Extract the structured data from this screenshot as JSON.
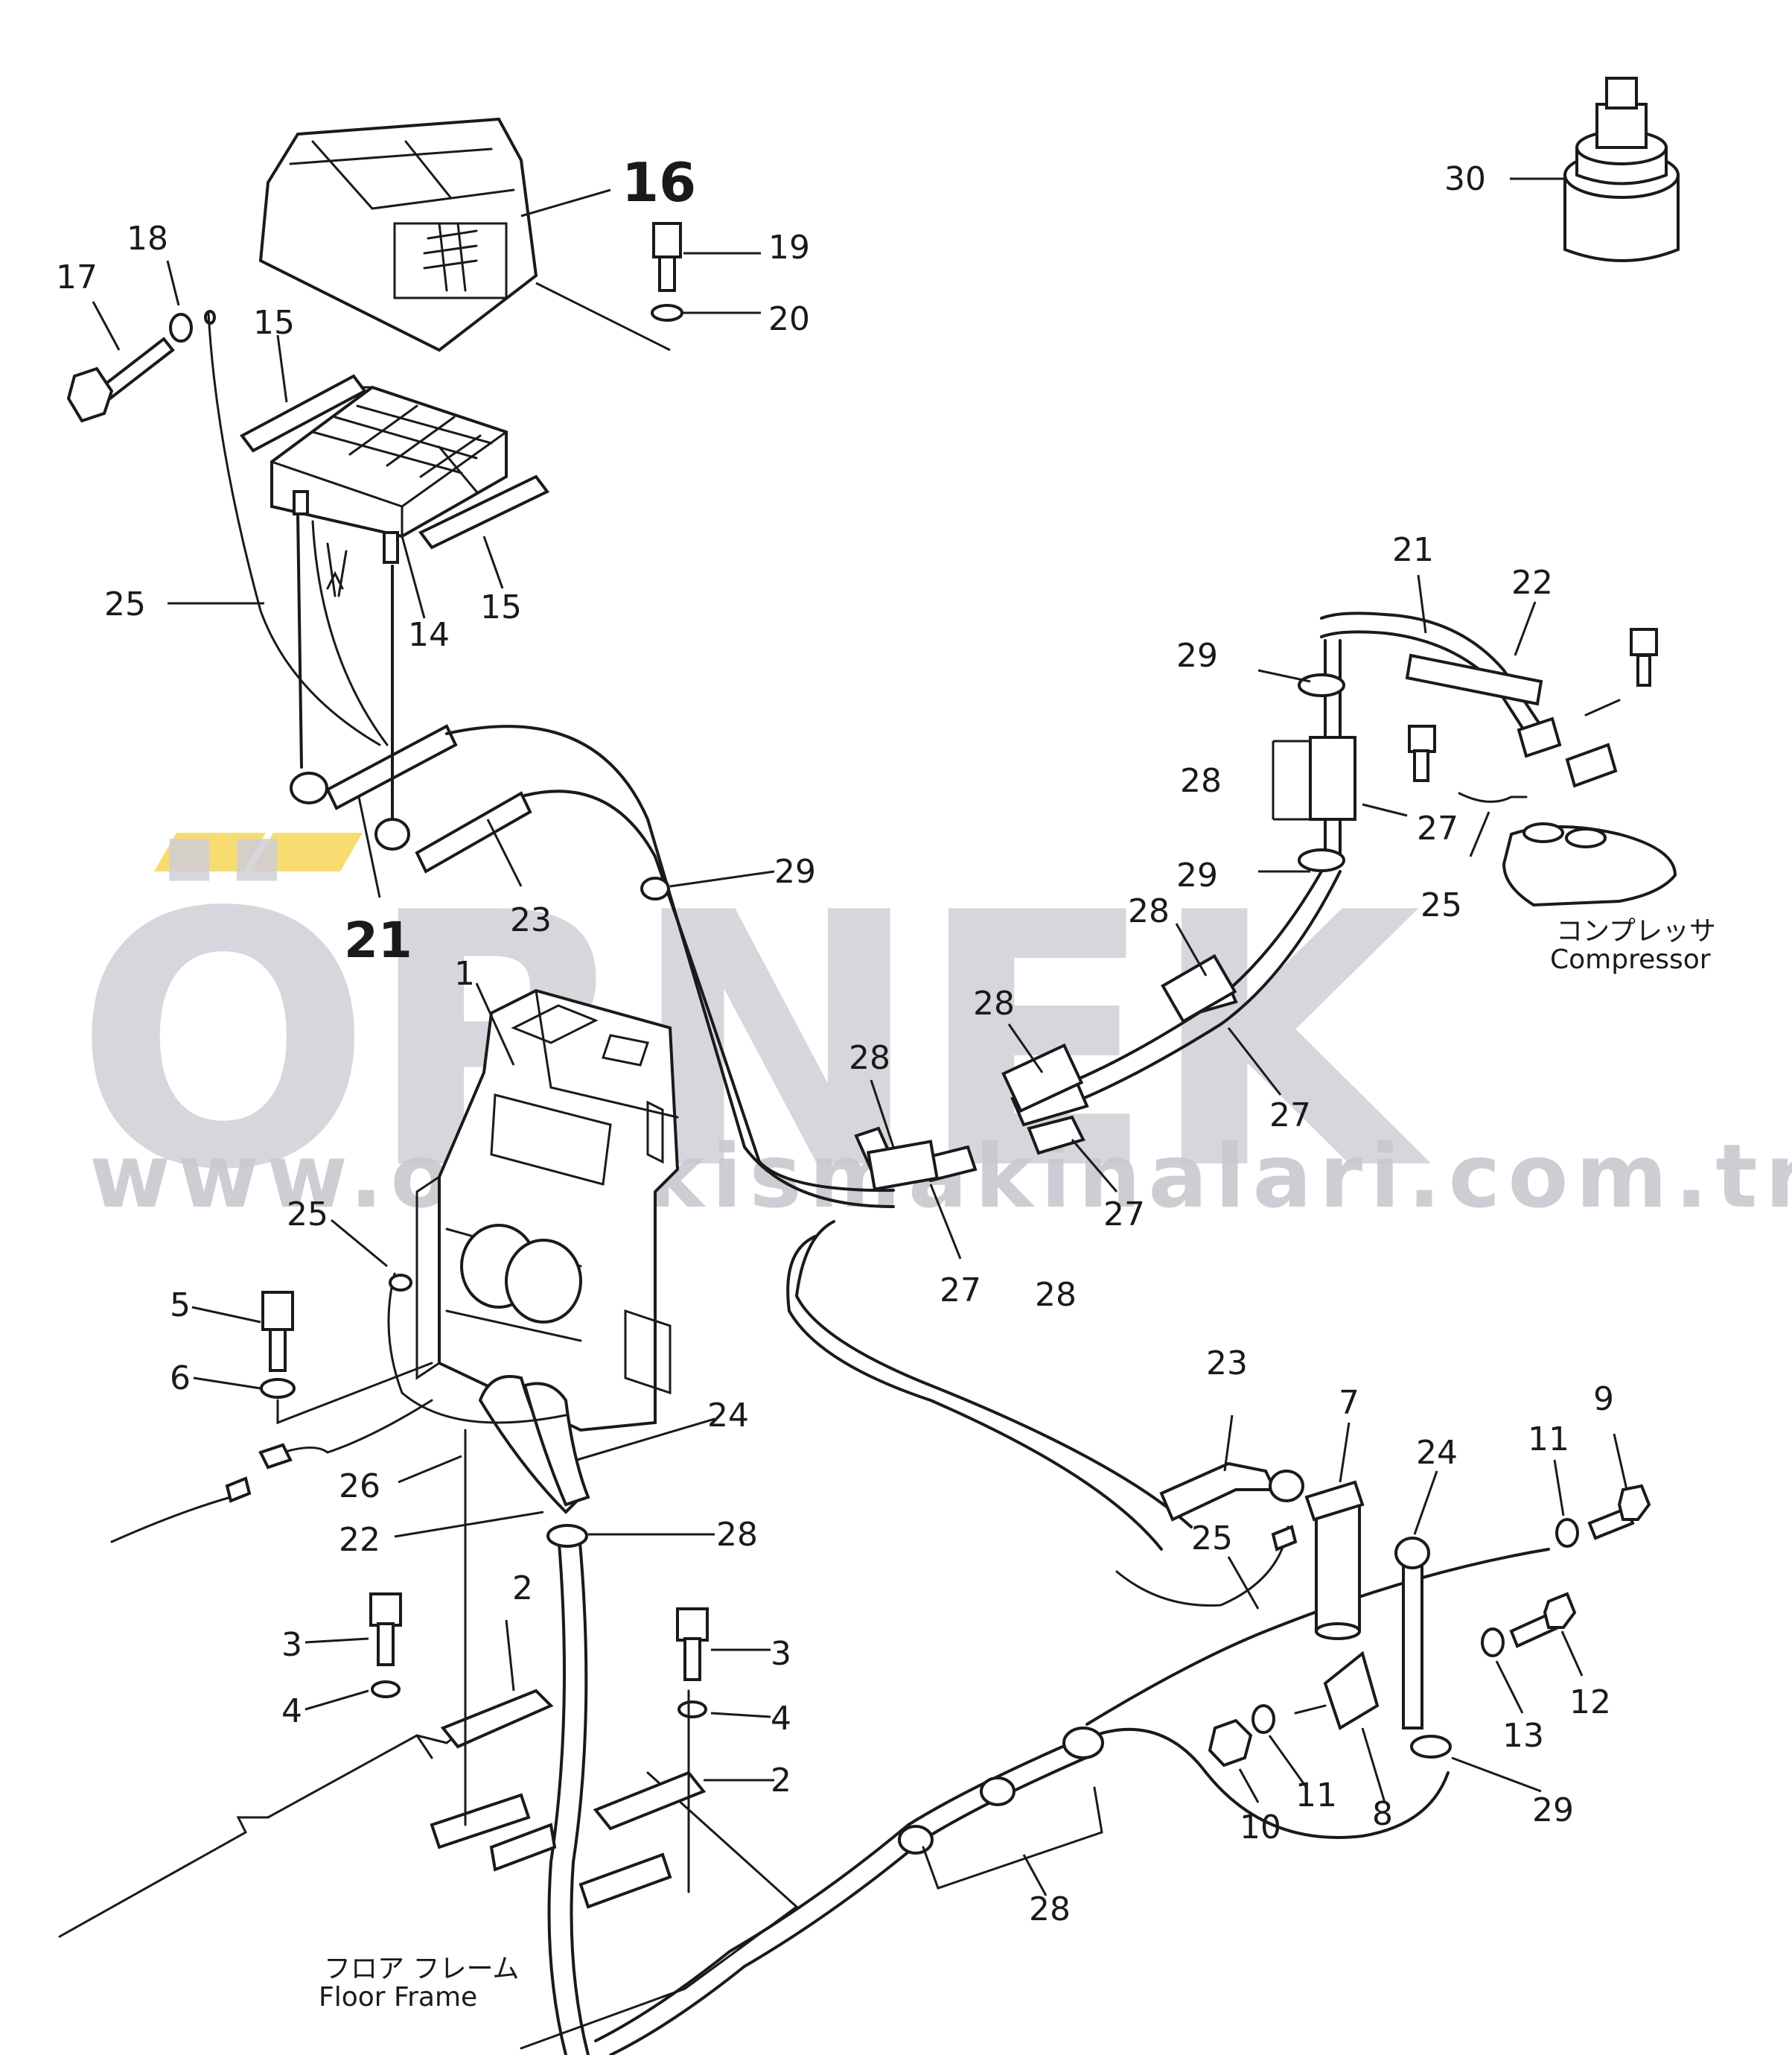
{
  "watermark": {
    "brand": "ÖRNEK",
    "url": "www.ornekismakinalari.com.tr"
  },
  "annotations": {
    "compressor_jp": "コンプレッサ",
    "compressor_en": "Compressor",
    "floor_frame_jp": "フロア フレーム",
    "floor_frame_en": "Floor Frame"
  },
  "callouts": [
    {
      "id": "c30",
      "text": "30"
    },
    {
      "id": "c16",
      "text": "16"
    },
    {
      "id": "c18",
      "text": "18"
    },
    {
      "id": "c17",
      "text": "17"
    },
    {
      "id": "c19",
      "text": "19"
    },
    {
      "id": "c20",
      "text": "20"
    },
    {
      "id": "c15a",
      "text": "15"
    },
    {
      "id": "c15b",
      "text": "15"
    },
    {
      "id": "c25a",
      "text": "25"
    },
    {
      "id": "c14",
      "text": "14"
    },
    {
      "id": "c21a",
      "text": "21"
    },
    {
      "id": "c23a",
      "text": "23"
    },
    {
      "id": "c29a",
      "text": "29"
    },
    {
      "id": "c21b",
      "text": "21"
    },
    {
      "id": "c22a",
      "text": "22"
    },
    {
      "id": "c29b",
      "text": "29"
    },
    {
      "id": "c28a",
      "text": "28"
    },
    {
      "id": "c27a",
      "text": "27"
    },
    {
      "id": "c29c",
      "text": "29"
    },
    {
      "id": "c25b",
      "text": "25"
    },
    {
      "id": "c28b",
      "text": "28"
    },
    {
      "id": "c27b",
      "text": "27"
    },
    {
      "id": "c28c",
      "text": "28"
    },
    {
      "id": "c28d",
      "text": "28"
    },
    {
      "id": "c27c",
      "text": "27"
    },
    {
      "id": "c27d",
      "text": "27"
    },
    {
      "id": "c1",
      "text": "1"
    },
    {
      "id": "c25c",
      "text": "25"
    },
    {
      "id": "c28e",
      "text": "28"
    },
    {
      "id": "c5",
      "text": "5"
    },
    {
      "id": "c6",
      "text": "6"
    },
    {
      "id": "c24a",
      "text": "24"
    },
    {
      "id": "c26",
      "text": "26"
    },
    {
      "id": "c22b",
      "text": "22"
    },
    {
      "id": "c28f",
      "text": "28"
    },
    {
      "id": "c23b",
      "text": "23"
    },
    {
      "id": "c7",
      "text": "7"
    },
    {
      "id": "c9",
      "text": "9"
    },
    {
      "id": "c11a",
      "text": "11"
    },
    {
      "id": "c24b",
      "text": "24"
    },
    {
      "id": "c25d",
      "text": "25"
    },
    {
      "id": "c2a",
      "text": "2"
    },
    {
      "id": "c3a",
      "text": "3"
    },
    {
      "id": "c3b",
      "text": "3"
    },
    {
      "id": "c4a",
      "text": "4"
    },
    {
      "id": "c4b",
      "text": "4"
    },
    {
      "id": "c2b",
      "text": "2"
    },
    {
      "id": "c12",
      "text": "12"
    },
    {
      "id": "c13",
      "text": "13"
    },
    {
      "id": "c11b",
      "text": "11"
    },
    {
      "id": "c8",
      "text": "8"
    },
    {
      "id": "c10",
      "text": "10"
    },
    {
      "id": "c29d",
      "text": "29"
    },
    {
      "id": "c28g",
      "text": "28"
    }
  ]
}
